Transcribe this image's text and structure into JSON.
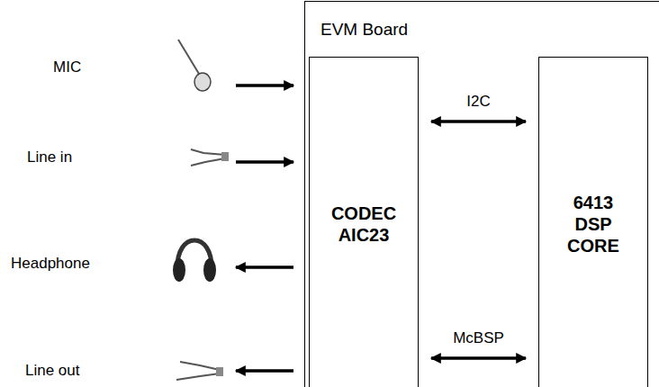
{
  "diagram": {
    "nodes": [
      {
        "text": [
          "EVM Board"
        ]
      },
      {
        "text": [
          "CODEC AIC23"
        ],
        "in": 0
      },
      {
        "text": [
          "6413 DSP CORE"
        ],
        "in": 0
      }
    ],
    "edges": [
      {
        "from": 1,
        "to": 2,
        "arrow": "both",
        "label": "I2C"
      },
      {
        "from": 1,
        "to": 2,
        "arrow": "both",
        "label": "McBSP"
      }
    ],
    "labels": [
      "MIC",
      "Line in",
      "Headphone",
      "Line out"
    ]
  }
}
